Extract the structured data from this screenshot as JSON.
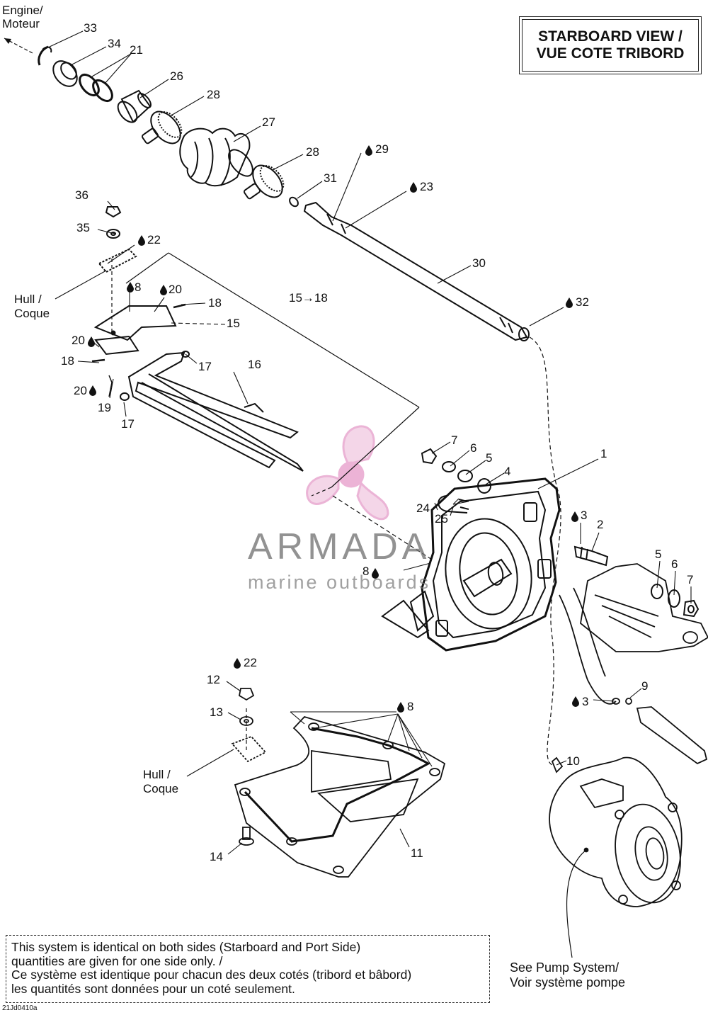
{
  "title": {
    "line1": "STARBOARD VIEW /",
    "line2": "VUE COTE TRIBORD"
  },
  "labels": {
    "engine_line1": "Engine/",
    "engine_line2": "Moteur",
    "hull_top_line1": "Hull /",
    "hull_top_line2": "Coque",
    "hull_bottom_line1": "Hull /",
    "hull_bottom_line2": "Coque",
    "range_15_18": "15→18",
    "pump_line1": "See Pump System/",
    "pump_line2": "Voir système pompe"
  },
  "parts": {
    "p1": "1",
    "p2": "2",
    "p3a": "3",
    "p3b": "3",
    "p4": "4",
    "p5a": "5",
    "p5b": "5",
    "p6a": "6",
    "p6b": "6",
    "p7a": "7",
    "p7b": "7",
    "p8a": "8",
    "p8b": "8",
    "p8c": "8",
    "p9": "9",
    "p10": "10",
    "p11": "11",
    "p12": "12",
    "p13": "13",
    "p14": "14",
    "p15": "15",
    "p16": "16",
    "p17a": "17",
    "p17b": "17",
    "p18a": "18",
    "p18b": "18",
    "p19": "19",
    "p20a": "20",
    "p20b": "20",
    "p20c": "20",
    "p21": "21",
    "p22a": "22",
    "p22b": "22",
    "p23": "23",
    "p24": "24",
    "p25": "25",
    "p26": "26",
    "p27": "27",
    "p28a": "28",
    "p28b": "28",
    "p29": "29",
    "p30": "30",
    "p31": "31",
    "p32": "32",
    "p33": "33",
    "p34": "34",
    "p35": "35",
    "p36": "36"
  },
  "note": {
    "line1": "This system is identical on both sides (Starboard and Port Side)",
    "line2": "quantities are given for one side only. /",
    "line3": "Ce système est identique pour chacun des deux cotés (tribord et bâbord)",
    "line4": "les quantités sont données pour un coté seulement."
  },
  "reference_code": "21Jd0410a",
  "watermark": {
    "brand": "ARMADA",
    "tagline": "marine outboards"
  },
  "icons": {
    "lubricant": "oil-drop-icon",
    "logo": "propeller-logo"
  },
  "colors": {
    "line": "#111111",
    "watermark_pink": "#e8a7cf"
  }
}
